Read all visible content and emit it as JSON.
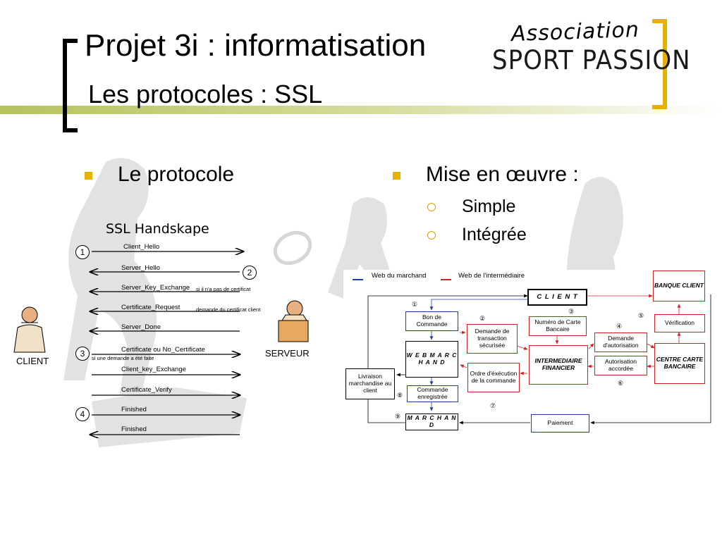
{
  "header": {
    "title": "Projet 3i : informatisation",
    "subtitle": "Les protocoles : SSL",
    "logo_line1": "Association",
    "logo_line2": "SPORT PASSION"
  },
  "colors": {
    "accent_line": "#b7c25c",
    "bracket": "#e8b000",
    "bullet": "#e8b000",
    "blue": "#1e3fa0",
    "red": "#d02020"
  },
  "bullets": {
    "left": "Le protocole",
    "right": "Mise en œuvre :",
    "right_sub": [
      "Simple",
      "Intégrée"
    ]
  },
  "handshake": {
    "title": "SSL Handskape",
    "client_label": "CLIENT",
    "server_label": "SERVEUR",
    "steps": [
      "1",
      "2",
      "3",
      "4"
    ],
    "messages": [
      "Client_Hello",
      "Server_Hello",
      "Server_Key_Exchange",
      "Certificate_Request",
      "Server_Done",
      "Certificate ou No_Certificate",
      "Client_key_Exchange",
      "Certificate_Verify",
      "Finished",
      "Finished"
    ],
    "notes": [
      "si il n'a pas de certificat",
      "demande du certificat client",
      "si une demande a été faite"
    ]
  },
  "flow": {
    "legend_blue": "Web du marchand",
    "legend_red": "Web de l'intermédiaire",
    "client": "C L I E N T",
    "banque": "BANQUE CLIENT",
    "verification": "Vérification",
    "centre": "CENTRE CARTE BANCAIRE",
    "bon": "Bon de Commande",
    "demande_tx": "Demande de transaction sécurisée",
    "numero": "Numéro de Carte Bancaire",
    "demande_auth": "Demande d'autorisation",
    "autorisation": "Autorisation accordée",
    "web_marchand": "W E B M A R C H A N D",
    "intermediaire": "INTERMEDIAIRE FINANCIER",
    "ordre": "Ordre d'éxécution de la commande",
    "livraison": "Livraison marchandise au client",
    "commande": "Commande enregistrée",
    "marchand": "M A R C H A N D",
    "paiement": "Paiement",
    "nums": [
      "①",
      "②",
      "③",
      "④",
      "⑤",
      "⑥",
      "⑦",
      "⑧",
      "⑨"
    ]
  }
}
